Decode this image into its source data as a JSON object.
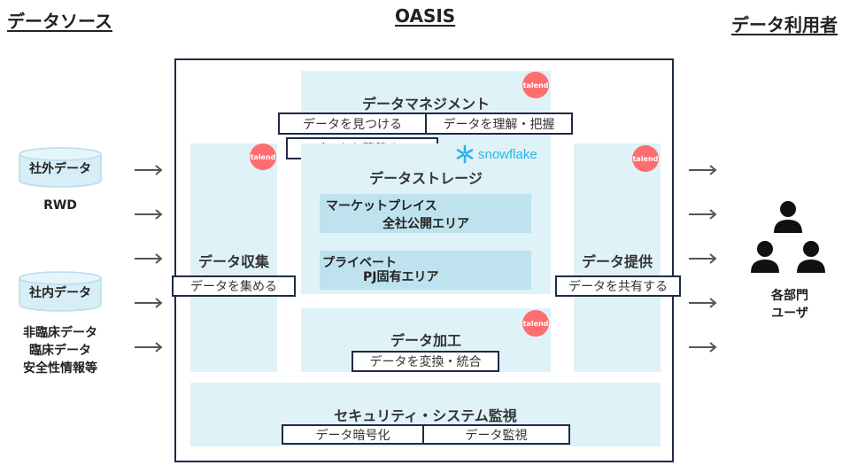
{
  "headers": {
    "sources": "データソース",
    "center": "OASIS",
    "users": "データ利用者"
  },
  "sources": {
    "external_db": "社外データ",
    "external_note": "RWD",
    "internal_db": "社内データ",
    "internal_notes": [
      "非臨床データ",
      "臨床データ",
      "安全性情報等"
    ]
  },
  "management": {
    "title": "データマネジメント",
    "tags": [
      "データを見つける",
      "データを理解・把握",
      "データを蓄積する"
    ]
  },
  "storage": {
    "title": "データストレージ",
    "brand": "snowflake",
    "marketplace": [
      "マーケットプレイス",
      "全社公開エリア"
    ],
    "private": [
      "プライベート",
      "PJ固有エリア"
    ]
  },
  "collection": {
    "title": "データ収集",
    "tag": "データを集める"
  },
  "provision": {
    "title": "データ提供",
    "tag": "データを共有する"
  },
  "processing": {
    "title": "データ加工",
    "tag": "データを変換・統合"
  },
  "security": {
    "title": "セキュリティ・システム監視",
    "tags": [
      "データ暗号化",
      "データ監視"
    ]
  },
  "talend_label": "talend",
  "users": {
    "label_lines": [
      "各部門",
      "ユーザ"
    ]
  },
  "colors": {
    "pane": "#dff2f7",
    "pane_dark": "#bfe3ee",
    "frame": "#1f2a44",
    "talend": "#ff6d70",
    "snowflake": "#29b5e8"
  }
}
